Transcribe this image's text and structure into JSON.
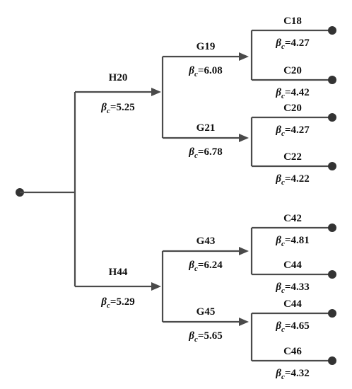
{
  "beta_symbol": "β",
  "beta_subscript": "c",
  "root": {
    "children": [
      {
        "name": "H20",
        "beta": "5.25",
        "children": [
          {
            "name": "G19",
            "beta": "6.08",
            "children": [
              {
                "name": "C18",
                "beta": "4.27"
              },
              {
                "name": "C20",
                "beta": "4.42"
              }
            ]
          },
          {
            "name": "G21",
            "beta": "6.78",
            "children": [
              {
                "name": "C20",
                "beta": "4.27"
              },
              {
                "name": "C22",
                "beta": "4.22"
              }
            ]
          }
        ]
      },
      {
        "name": "H44",
        "beta": "5.29",
        "children": [
          {
            "name": "G43",
            "beta": "6.24",
            "children": [
              {
                "name": "C42",
                "beta": "4.81"
              },
              {
                "name": "C44",
                "beta": "4.33"
              }
            ]
          },
          {
            "name": "G45",
            "beta": "5.65",
            "children": [
              {
                "name": "C44",
                "beta": "4.65"
              },
              {
                "name": "C46",
                "beta": "4.32"
              }
            ]
          }
        ]
      }
    ]
  }
}
